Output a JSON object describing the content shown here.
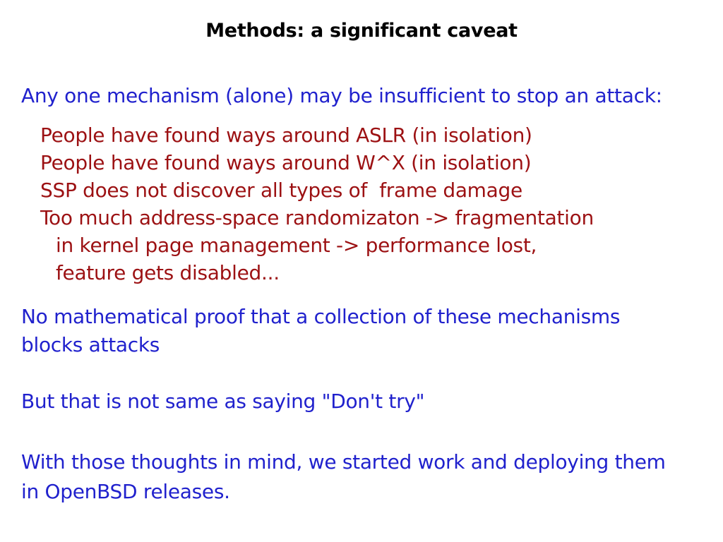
{
  "slide": {
    "title": "Methods: a significant caveat",
    "intro": "Any one mechanism (alone) may be insufficient to stop an attack:",
    "caveats": [
      "People have found ways around ASLR (in isolation)",
      "People have found ways around W^X (in isolation)",
      "SSP does not discover all types of  frame damage",
      "Too much address-space randomizaton -> fragmentation",
      "in kernel page management -> performance lost,",
      "feature gets disabled..."
    ],
    "no_proof": {
      "line1": "No mathematical proof that a collection of these mechanisms",
      "line2": "blocks attacks"
    },
    "dont_try": "But that is not same as saying \"Don't try\"",
    "closing": {
      "line1": "With those thoughts in mind, we started work and deploying them",
      "line2": "in OpenBSD releases."
    },
    "colors": {
      "background": "#ffffff",
      "title_text": "#000000",
      "emphasis_blue": "#2021cd",
      "warning_red": "#9c1113"
    }
  }
}
